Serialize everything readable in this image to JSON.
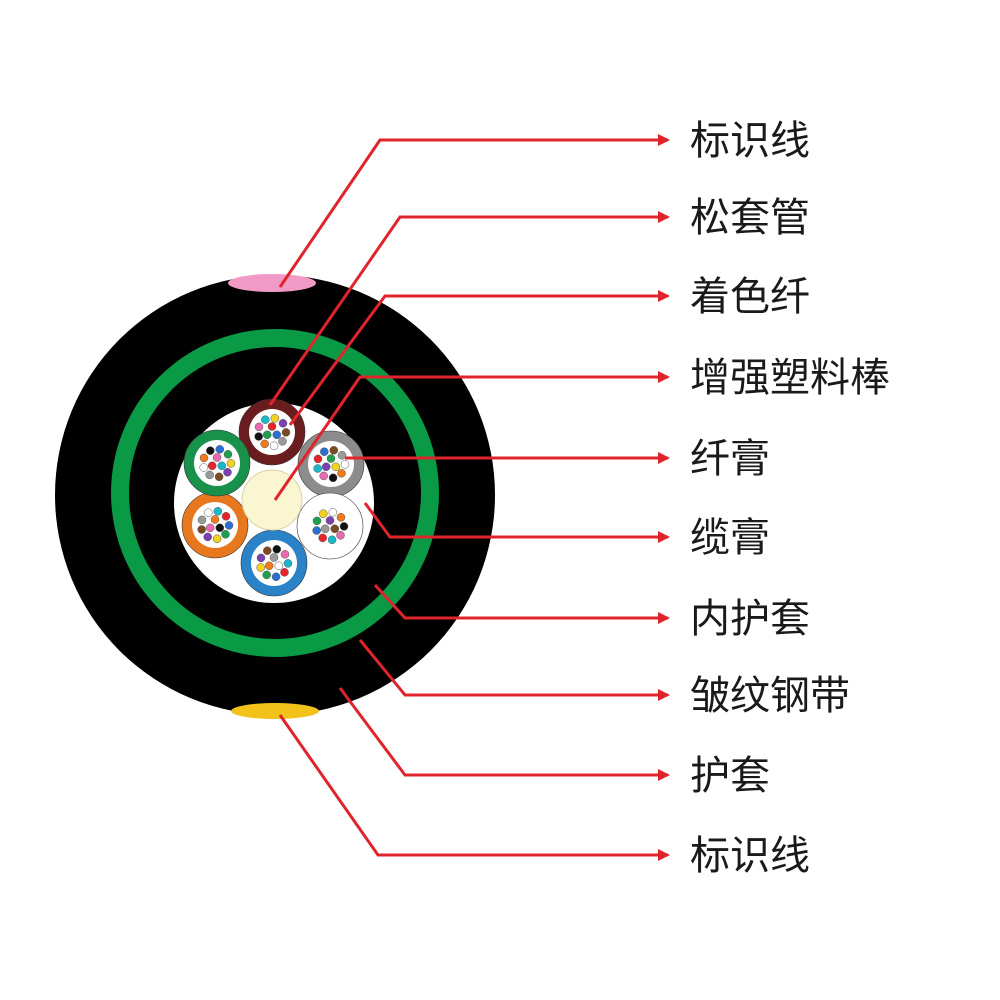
{
  "labels": [
    "标识线",
    "松套管",
    "着色纤",
    "增强塑料棒",
    "纤膏",
    "缆膏",
    "内护套",
    "皱纹钢带",
    "护套",
    "标识线"
  ],
  "colors": {
    "leader": "#e0242c",
    "outer_sheath": "#000000",
    "steel_tape": "#0a9a45",
    "cable_core": "#ffffff",
    "strength_member": "#fbf6d2",
    "marker_top": "#f29ac6",
    "marker_bottom": "#f2c21a",
    "tubes": [
      "#6b1c1e",
      "#8c8c8c",
      "#ffffff",
      "#2a82c9",
      "#e8781e",
      "#18924a"
    ],
    "fibers": [
      "#e8232a",
      "#2a6fd2",
      "#1da04d",
      "#f2d21c",
      "#7a3fb0",
      "#7c4a22",
      "#9a9a9a",
      "#ffffff",
      "#f07a1c",
      "#111111",
      "#e86ab0",
      "#1ab8c8"
    ]
  }
}
